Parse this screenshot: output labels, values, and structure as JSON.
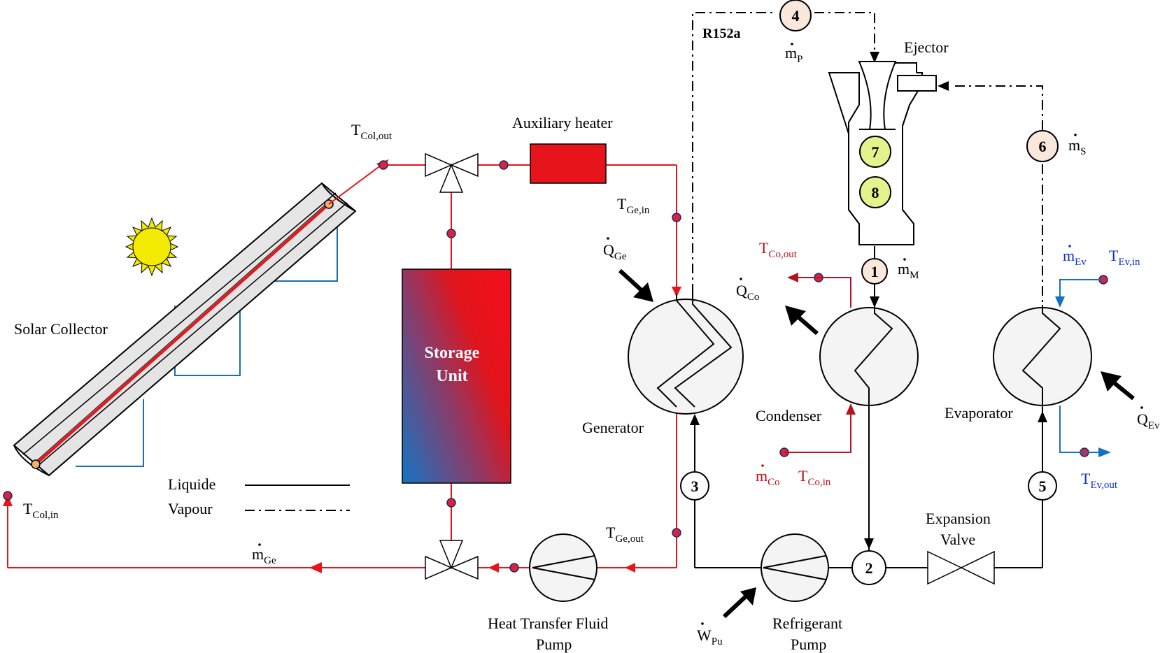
{
  "colors": {
    "hot_line": "#e8141c",
    "refrigerant_line": "#000000",
    "condenser_water": "#b01420",
    "evaporator_water": "#1470c0",
    "support": "#1a6fb0",
    "sun": "#f2ea00",
    "node_orange": "#fbe8dc",
    "node_green": "#e6f28c",
    "sensor_dot": "#e0203a",
    "aux_heater": "#e8141c"
  },
  "labels": {
    "solar_collector": "Solar Collector",
    "auxiliary_heater": "Auxiliary heater",
    "storage_unit_1": "Storage",
    "storage_unit_2": "Unit",
    "generator": "Generator",
    "condenser": "Condenser",
    "evaporator": "Evaporator",
    "ejector": "Ejector",
    "expansion_valve_1": "Expansion",
    "expansion_valve_2": "Valve",
    "htf_pump_1": "Heat Transfer Fluid",
    "htf_pump_2": "Pump",
    "refrigerant_pump_1": "Refrigerant",
    "refrigerant_pump_2": "Pump",
    "refrigerant": "R152a",
    "legend_liquid": "Liquide",
    "legend_vapour": "Vapour"
  },
  "variables": {
    "t_col_out": {
      "main": "T",
      "sub": "Col,out"
    },
    "t_col_in": {
      "main": "T",
      "sub": "Col,in"
    },
    "t_ge_in": {
      "main": "T",
      "sub": "Ge,in"
    },
    "t_ge_out": {
      "main": "T",
      "sub": "Ge,out"
    },
    "q_ge": {
      "main": "Q",
      "sub": "Ge"
    },
    "m_ge": {
      "main": "m",
      "sub": "Ge"
    },
    "m_p": {
      "main": "m",
      "sub": "P"
    },
    "m_s": {
      "main": "m",
      "sub": "S"
    },
    "m_m": {
      "main": "m",
      "sub": "M"
    },
    "t_co_out": {
      "main": "T",
      "sub": "Co,out"
    },
    "q_co": {
      "main": "Q",
      "sub": "Co"
    },
    "m_co": {
      "main": "m",
      "sub": "Co"
    },
    "t_co_in": {
      "main": "T",
      "sub": "Co,in"
    },
    "m_ev": {
      "main": "m",
      "sub": "Ev"
    },
    "t_ev_in": {
      "main": "T",
      "sub": "Ev,in"
    },
    "q_ev": {
      "main": "Q",
      "sub": "Ev"
    },
    "t_ev_out": {
      "main": "T",
      "sub": "Ev,out"
    },
    "w_pu": {
      "main": "W",
      "sub": "Pu"
    }
  },
  "nodes": [
    "1",
    "2",
    "3",
    "4",
    "5",
    "6",
    "7",
    "8"
  ]
}
